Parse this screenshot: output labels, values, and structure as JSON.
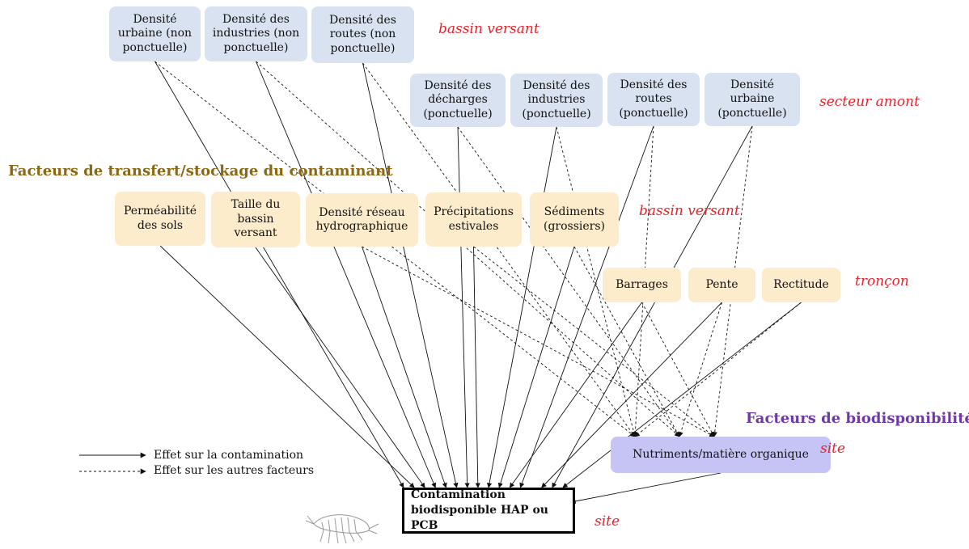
{
  "colors": {
    "red_label": "#e8222a",
    "transfer_heading": "#8b6914",
    "bio_heading": "#6e3aa6",
    "blue_box": "#d9e2f1",
    "yellow_box": "#fdeccb",
    "purple_box": "#c6c4f4"
  },
  "labels": {
    "bassin_versant_top": "bassin versant",
    "secteur_amont": "secteur amont",
    "bassin_versant_mid": "bassin versant",
    "troncon": "tronçon",
    "site_right": "site",
    "site_bottom": "site"
  },
  "headings": {
    "transfer": "Facteurs de transfert/stockage du contaminant",
    "bio": "Facteurs de biodisponibilité"
  },
  "legend": {
    "solid": "Effet sur la contamination",
    "dashed": "Effet sur les autres facteurs"
  },
  "nodes": {
    "b1": "Densité\nurbaine (non\nponctuelle)",
    "b2": "Densité des\nindustries (non\nponctuelle)",
    "b3": "Densité des\nroutes (non\nponctuelle)",
    "u1": "Densité des\ndécharges\n(ponctuelle)",
    "u2": "Densité des\nindustries\n(ponctuelle)",
    "u3": "Densité des\nroutes\n(ponctuelle)",
    "u4": "Densité\nurbaine\n(ponctuelle)",
    "y1": "Perméabilité\ndes sols",
    "y2": "Taille du\nbassin\nversant",
    "y3": "Densité réseau\nhydrographique",
    "y4": "Précipitations\nestivales",
    "y5": "Sédiments\n(grossiers)",
    "t1": "Barrages",
    "t2": "Pente",
    "t3": "Rectitude",
    "nut": "Nutriments/matière organique",
    "target": "Contamination\nbiodisponible HAP ou PCB"
  },
  "edges_solid": [
    [
      "b1",
      "target"
    ],
    [
      "b2",
      "target"
    ],
    [
      "b3",
      "target"
    ],
    [
      "u1",
      "target"
    ],
    [
      "u2",
      "target"
    ],
    [
      "u3",
      "target"
    ],
    [
      "u4",
      "target"
    ],
    [
      "y1",
      "target"
    ],
    [
      "y2",
      "target"
    ],
    [
      "y3",
      "target"
    ],
    [
      "y4",
      "target"
    ],
    [
      "y5",
      "target"
    ],
    [
      "t1",
      "target"
    ],
    [
      "t2",
      "target"
    ],
    [
      "t3",
      "target"
    ],
    [
      "nut",
      "target"
    ]
  ],
  "edges_dashed": [
    [
      "b1",
      "nut"
    ],
    [
      "b2",
      "nut"
    ],
    [
      "b3",
      "nut"
    ],
    [
      "u1",
      "nut"
    ],
    [
      "u2",
      "nut"
    ],
    [
      "u3",
      "nut"
    ],
    [
      "u4",
      "nut"
    ],
    [
      "y3",
      "nut"
    ],
    [
      "y4",
      "nut"
    ],
    [
      "y5",
      "nut"
    ],
    [
      "t1",
      "nut"
    ],
    [
      "t2",
      "nut"
    ],
    [
      "t3",
      "nut"
    ]
  ]
}
